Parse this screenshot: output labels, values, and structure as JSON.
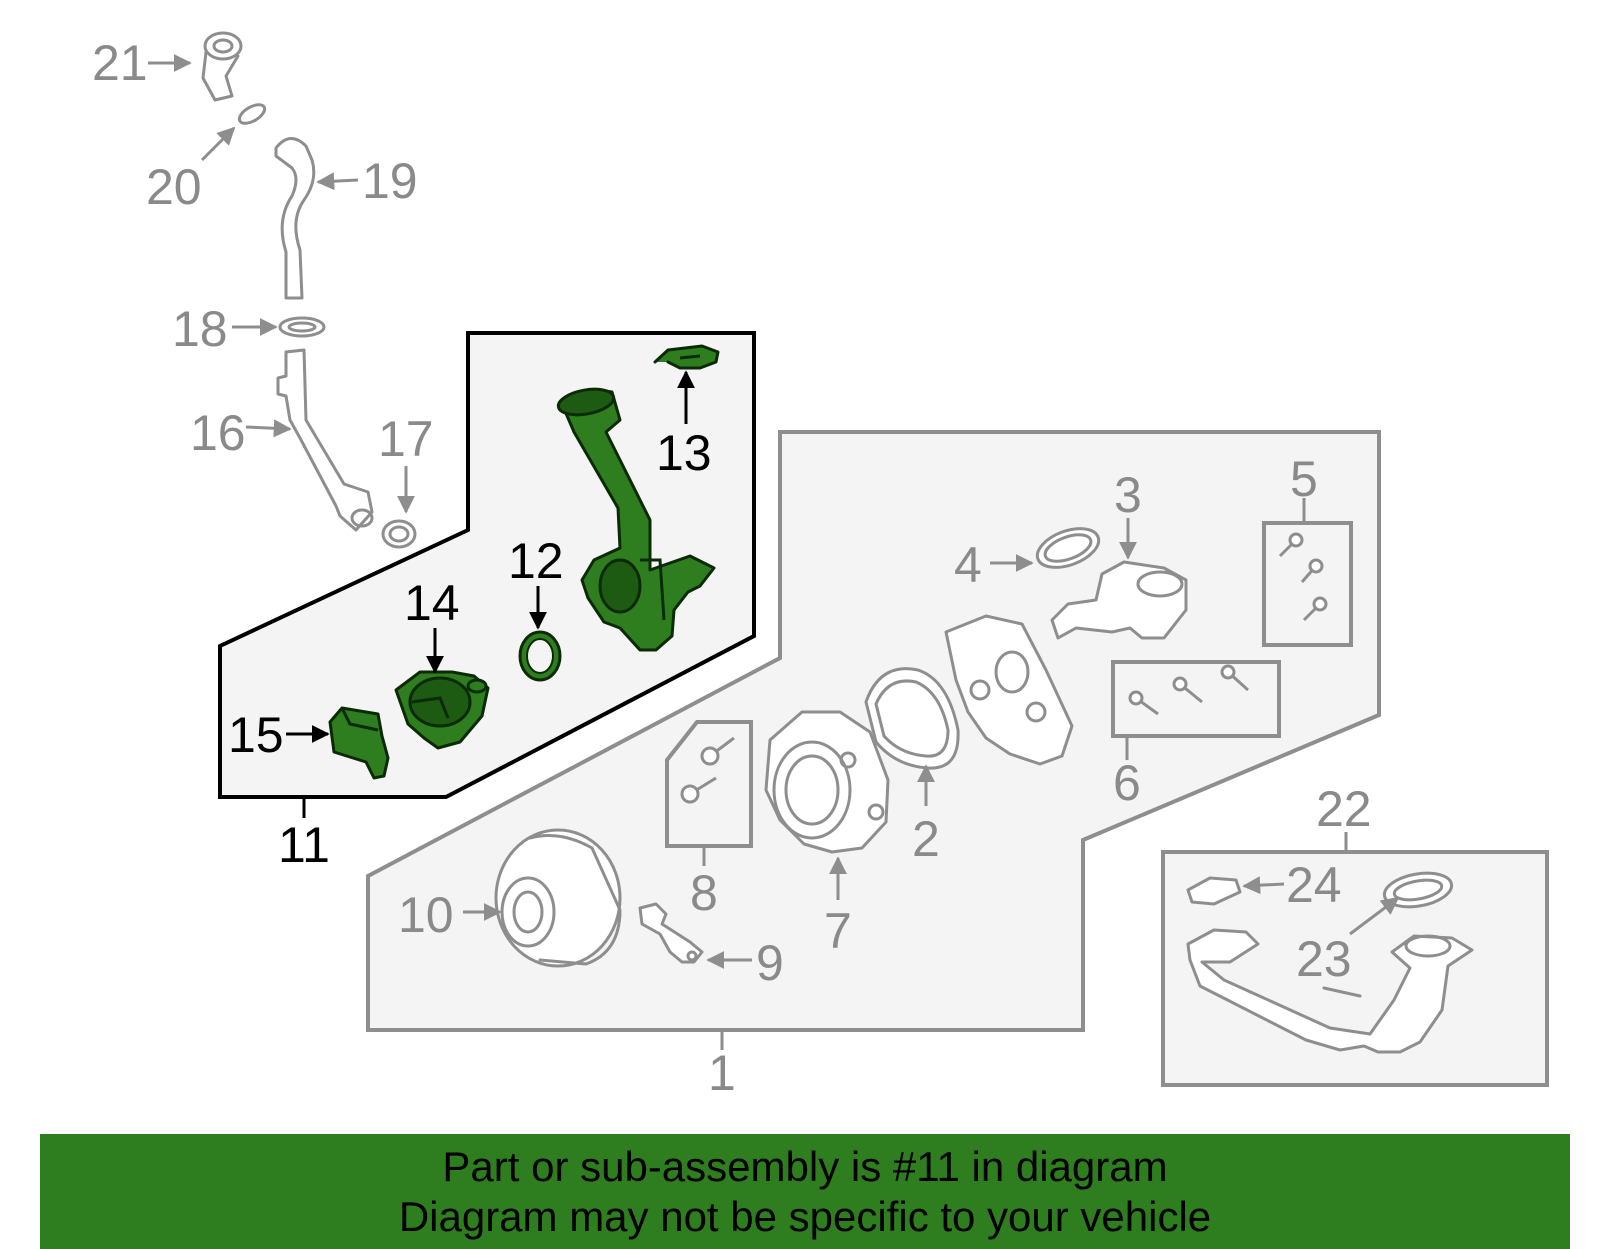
{
  "callouts": {
    "c1": "1",
    "c2": "2",
    "c3": "3",
    "c4": "4",
    "c5": "5",
    "c6": "6",
    "c7": "7",
    "c8": "8",
    "c9": "9",
    "c10": "10",
    "c11": "11",
    "c12": "12",
    "c13": "13",
    "c14": "14",
    "c15": "15",
    "c16": "16",
    "c17": "17",
    "c18": "18",
    "c19": "19",
    "c20": "20",
    "c21": "21",
    "c22": "22",
    "c23": "23",
    "c24": "24"
  },
  "highlight": {
    "callout": "11",
    "color": "#2e7d1e"
  },
  "banner": {
    "line1": "Part or sub-assembly is #11 in diagram",
    "line2": "Diagram may not be specific to your vehicle",
    "background": "#2e7d1e"
  }
}
